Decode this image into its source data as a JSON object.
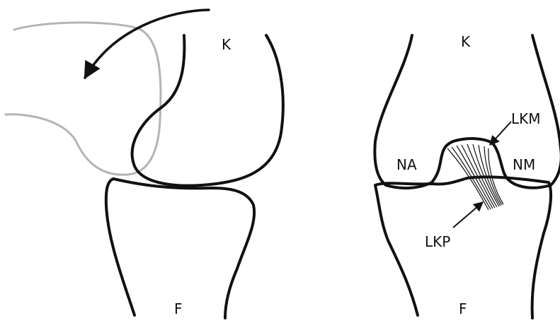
{
  "left_view": {
    "femur_label": "K",
    "tibia_label": "F"
  },
  "right_view": {
    "femur_label": "K",
    "tibia_label": "F",
    "lateral_label": "NA",
    "medial_label": "NM",
    "ligament_top_label": "LKM",
    "ligament_bottom_label": "LKP"
  },
  "colors": {
    "bone_outline": "#111111",
    "patella_outline": "#b4b4b4"
  }
}
